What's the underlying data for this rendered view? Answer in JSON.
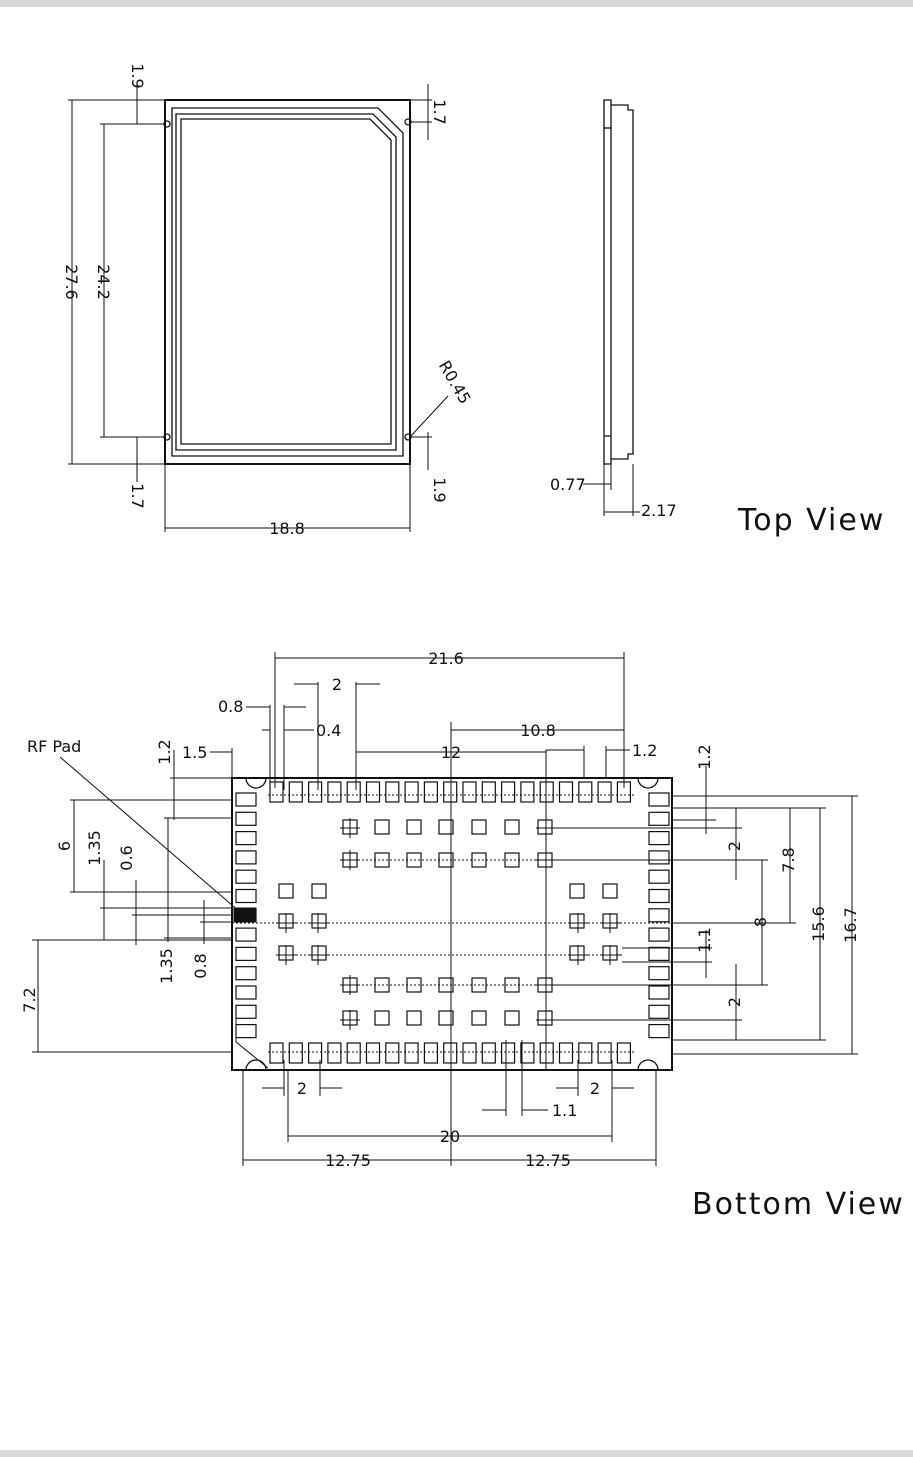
{
  "top_view": {
    "title": "Top View",
    "dims": {
      "width": "18.8",
      "height_outer": "27.6",
      "height_inner": "24.2",
      "top_left_offset": "1.9",
      "top_right_offset": "1.7",
      "bottom_left_offset": "1.7",
      "bottom_right_offset": "1.9",
      "radius": "R0.45",
      "side_thickness_a": "0.77",
      "side_thickness_b": "2.17"
    }
  },
  "bottom_view": {
    "title": "Bottom View",
    "rf_label": "RF Pad",
    "dims": {
      "overall_width": "21.6",
      "top_pitch": "2",
      "pad_08": "0.8",
      "pad_04": "0.4",
      "span_108": "10.8",
      "span_12": "12",
      "edge_12_top": "1.2",
      "edge_15": "1.5",
      "edge_12_left": "1.2",
      "edge_12_right": "1.2",
      "left_6": "6",
      "left_135_a": "1.35",
      "left_06": "0.6",
      "left_135_b": "1.35",
      "left_08": "0.8",
      "left_72": "7.2",
      "right_2_a": "2",
      "right_78": "7.8",
      "right_8": "8",
      "right_156": "15.6",
      "right_167": "16.7",
      "right_11": "1.1",
      "right_2_b": "2",
      "bottom_2_left": "2",
      "bottom_2_right": "2",
      "bottom_11": "1.1",
      "bottom_20": "20",
      "bottom_1275_a": "12.75",
      "bottom_1275_b": "12.75"
    }
  }
}
